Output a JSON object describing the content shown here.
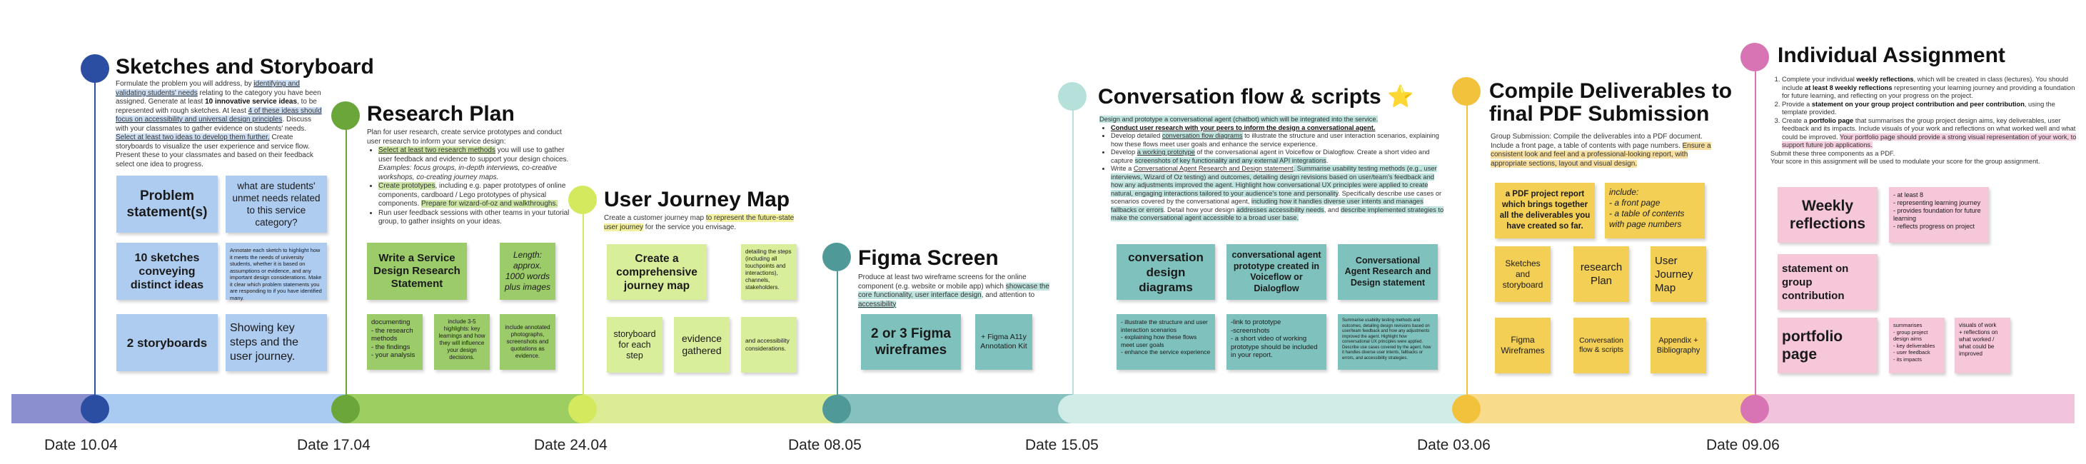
{
  "sections": {
    "s1": {
      "title": "Sketches and Storyboard",
      "d1": "Formulate the problem you will address, by ",
      "d2": "identifying and validating students' needs",
      "d3": " relating to the category you have been assigned. Generate at least ",
      "d4": "10 innovative service ideas",
      "d5": ", to be represented with rough sketches. At least ",
      "d6": "4 of these ideas should focus on accessibility and universal design principles",
      "d7": ". Discuss with your classmates to gather evidence on students' needs. ",
      "d8": "Select at least two ideas to develop them further.",
      "d9": " Create storyboards to visualize the user experience and service flow. Present these to your classmates and based on their feedback select one idea to progress."
    },
    "s2": {
      "title": "Research Plan",
      "intro": "Plan for user research, create service prototypes and conduct user research to inform your service design:",
      "b1a": "Select at least two research methods",
      "b1b": " you will use to gather user feedback and evidence to support your design choices.",
      "b1c": "Examples: focus groups, in-depth interviews, co-creative workshops, co-creating journey maps.",
      "b2a": "Create prototypes",
      "b2b": ", including e.g. paper prototypes of online components, cardboard / Lego prototypes of physical components. ",
      "b2c": "Prepare for wizard-of-oz and walkthroughs.",
      "b3": "Run user feedback sessions with other teams in your tutorial group, to gather insights on your ideas."
    },
    "s3": {
      "title": "User Journey Map",
      "d1": "Create a customer journey map ",
      "d2": "to represent the future-state user journey",
      "d3": " for the service you envisage."
    },
    "s4": {
      "title": "Figma Screen",
      "d1": "Produce at least two wireframe screens for the online component (e.g. website or mobile app) which ",
      "d2": "showcase the core functionality, user interface design",
      "d3": ", and attention to ",
      "d4": "accessibility"
    },
    "s5": {
      "title": "Conversation flow & scripts",
      "star": "⭐",
      "d0": "Design and prototype a conversational agent (chatbot) which will be integrated into the service.",
      "b1": "Conduct user research with your peers to inform the design a conversational agent.",
      "b2a": "Develop detailed ",
      "b2b": "conversation flow diagrams",
      "b2c": " to illustrate the structure and user interaction scenarios, explaining how these flows meet user goals and enhance the service experience.",
      "b3a": "Develop ",
      "b3b": "a working prototype",
      "b3c": " of the conversational agent in Voiceflow or Dialogflow. Create a short video and capture ",
      "b3d": "screenshots of key functionality and any external API integrations",
      "b3e": ".",
      "b4a": "Write a ",
      "b4b": "Conversational Agent Research and Design statement",
      "b4c": ". Summarise usability testing methods (e.g., user interviews, Wizard of Oz testing) and outcomes, detailing design revisions based on user/team's feedback and how any adjustments improved the agent. Highlight how conversational ",
      "b4d": "UX principles were applied to create natural, engaging interactions tailored to your audience's tone and personality",
      "b4e": ". Specifically describe use cases or scenarios covered by the conversational agent, ",
      "b4f": "including how it handles diverse user intents and manages fallbacks or errors",
      "b4g": ". Detail how your design ",
      "b4h": "addresses accessibility needs",
      "b4i": ", and ",
      "b4j": "describe implemented strategies to make the conversational agent accessible to a broad user base."
    },
    "s6": {
      "title1": "Compile Deliverables to",
      "title2": "final PDF Submission",
      "d1": "Group Submission: Compile the deliverables into a PDF document. Include a front page, a table of contents with page numbers. ",
      "d2": "Ensure a consistent look and feel and a professional-looking report, with appropriate sections, layout and visual design."
    },
    "s7": {
      "title": "Individual Assignment",
      "i1a": "Complete your individual ",
      "i1b": "weekly reflections",
      "i1c": ", which will be created in class (lectures). You should include ",
      "i1d": "at least 8 weekly reflections",
      "i1e": " representing your learning journey and providing a foundation for future learning, and reflecting on your progress on the project.",
      "i2a": "Provide a ",
      "i2b": "statement on your group project contribution and peer contribution",
      "i2c": ", using the template provided.",
      "i3a": "Create a ",
      "i3b": "portfolio page",
      "i3c": " that summarises the group project design aims, key deliverables, user feedback and its impacts. Include visuals of your work and reflections on what worked well and what could be improved. ",
      "i3d": "Your portfolio page should provide a strong visual representation of your work, to support future job applications.",
      "e1": "Submit these three components as a PDF.",
      "e2": "Your score in this assignment will be used to modulate your score for the group assignment."
    }
  },
  "notes": {
    "n1a": "Problem statement(s)",
    "n1b": "what are students' unmet needs related to this service category?",
    "n1c": "10 sketches conveying distinct ideas",
    "n1d": "Annotate each sketch to highlight how it meets the needs of university students, whether it is based on assumptions or evidence, and any important design considerations. Make it clear which problem statements you are responding to if you have identified many.",
    "n1e": "2 storyboards",
    "n1f": "Showing key steps and the user journey.",
    "n2a": "Write a Service Design Research Statement",
    "n2b": "Length: approx. 1000 words plus images",
    "n2c": "documenting\n- the research methods\n- the findings\n- your analysis",
    "n2d": "include 3-5 highlights: key learnings and how they will influence your design decisions.",
    "n2e": "include annotated photographs, screenshots and quotations as evidence.",
    "n3a": "Create a comprehensive journey map",
    "n3b": "detailing the steps (including all touchpoints and interactions), channels, stakeholders.",
    "n3c": "storyboard for each step",
    "n3d": "evidence gathered",
    "n3e": "and accessibility considerations.",
    "n4a": "2 or 3 Figma wireframes",
    "n4b": "+ Figma A11y Annotation Kit",
    "n5a": "conversation design diagrams",
    "n5b": "conversational agent prototype created in Voiceflow or Dialogflow",
    "n5c": "Conversational Agent Research and Design statement",
    "n5d": "- illustrate the structure and user interaction scenarios\n- explaining how these flows meet user goals\n- enhance the service experience",
    "n5e": "-link to prototype\n-screenshots\n- a short video of working prototype should be included in your report.",
    "n5f": "Summarise usability testing methods and outcomes, detailing design revisions based on user/team feedback and how any adjustments improved the agent. Highlight how conversational UX principles were applied. Describe use cases covered by the agent, how it handles diverse user intents, fallbacks or errors, and accessibility strategies.",
    "n6a": "a PDF project report which brings together all the deliverables you have created so far.",
    "n6b": "include:\n- a front page\n- a table of contents with page numbers",
    "n6c": "Sketches and storyboard",
    "n6d": "research Plan",
    "n6e": "User Journey Map",
    "n6f": "Figma Wireframes",
    "n6g": "Conversation flow & scripts",
    "n6h": "Appendix + Bibliography",
    "n7a": "Weekly reflections",
    "n7b": "- at least 8\n- representing learning journey\n- provides foundation for future learning\n- reflects progress on project",
    "n7c": "statement on group contribution",
    "n7d": "portfolio page",
    "n7e": "summarises\n- group project design aims\n- key deliverables\n- user feedback\n- its impacts",
    "n7f": "visuals of work\n+ reflections on what worked / what could be improved"
  },
  "timeline": {
    "dates": [
      "Date 10.04",
      "Date 17.04",
      "Date 24.04",
      "Date 08.05",
      "Date 15.05",
      "Date 03.06",
      "Date 09.06"
    ]
  },
  "colors": {
    "blue": "#2b4ea3",
    "green": "#6aa63a",
    "lime": "#d4e95e",
    "teal": "#4f9a99",
    "mint": "#b6e1da",
    "yellow": "#f2c23d",
    "pink": "#d874b3"
  }
}
